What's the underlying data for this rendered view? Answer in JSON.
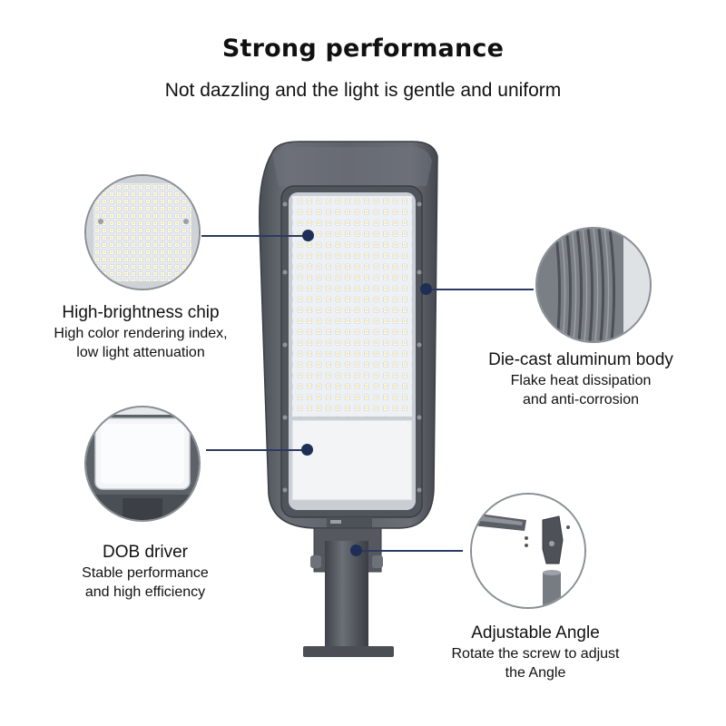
{
  "header": {
    "title": "Strong performance",
    "subtitle": "Not dazzling and the light is gentle and uniform"
  },
  "features": {
    "chip": {
      "title": "High-brightness chip",
      "desc_line1": "High color rendering index,",
      "desc_line2": "low light attenuation",
      "icon": "led-chip-closeup"
    },
    "body": {
      "title": "Die-cast aluminum body",
      "desc_line1": "Flake heat dissipation",
      "desc_line2": "and anti-corrosion",
      "icon": "heat-sink-fins-closeup"
    },
    "driver": {
      "title": "DOB driver",
      "desc_line1": "Stable performance",
      "desc_line2": "and high efficiency",
      "icon": "driver-panel-closeup"
    },
    "angle": {
      "title": "Adjustable Angle",
      "desc_line1": "Rotate the screw to adjust",
      "desc_line2": "the Angle",
      "icon": "bracket-screw-closeup"
    }
  },
  "colors": {
    "housing": "#5b5f66",
    "housing_dark": "#3e4248",
    "led_panel": "#f4f6f8",
    "pointer": "#1e2e55",
    "text": "#111111"
  }
}
